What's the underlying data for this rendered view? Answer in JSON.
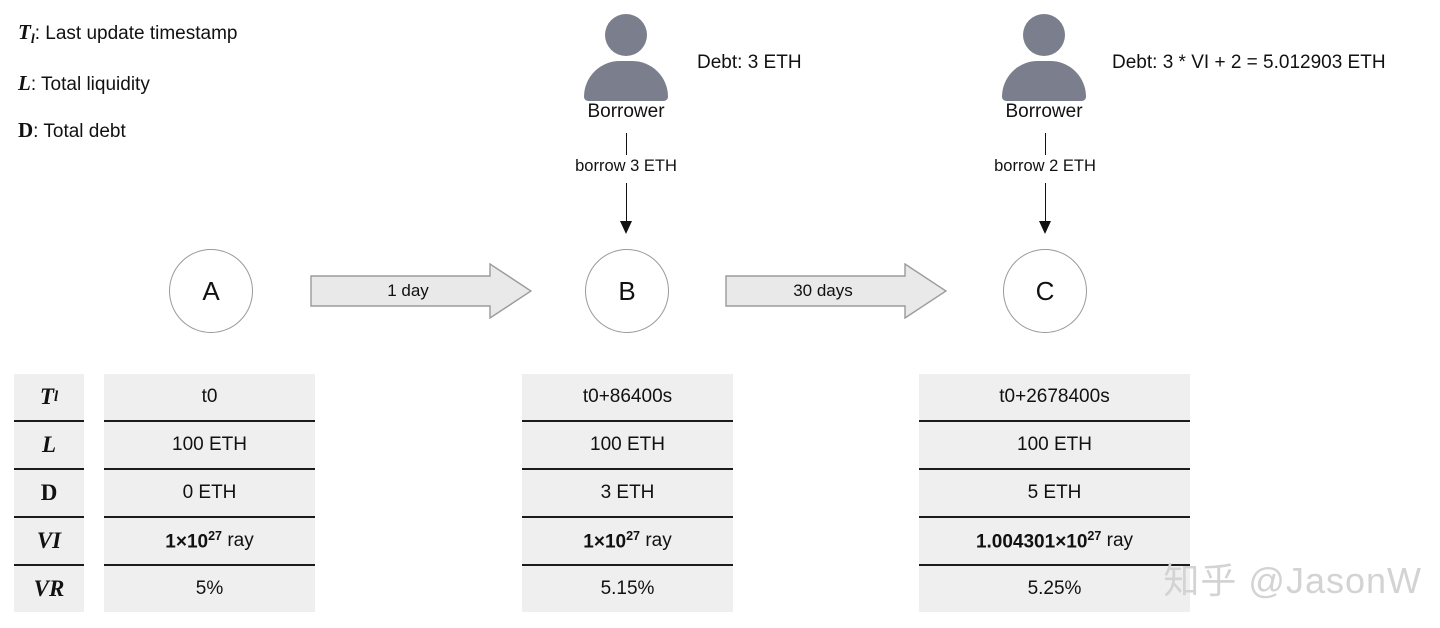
{
  "legend": {
    "items": [
      {
        "symbol": "T",
        "subscript": "l",
        "description": ": Last update timestamp"
      },
      {
        "symbol": "L",
        "subscript": "",
        "description": ": Total liquidity"
      },
      {
        "symbol": "D",
        "subscript": "",
        "description": ": Total debt"
      }
    ]
  },
  "actors": [
    {
      "name": "Borrower",
      "debt_note": "Debt: 3 ETH",
      "borrow_label": "borrow 3 ETH"
    },
    {
      "name": "Borrower",
      "debt_note": "Debt: 3 * VI + 2 = 5.012903 ETH",
      "borrow_label": "borrow 2 ETH"
    }
  ],
  "states": [
    {
      "id": "A"
    },
    {
      "id": "B"
    },
    {
      "id": "C"
    }
  ],
  "transitions": [
    {
      "label": "1 day"
    },
    {
      "label": "30 days"
    }
  ],
  "table": {
    "row_labels": [
      {
        "main": "T",
        "sub": "l",
        "style": "italic"
      },
      {
        "main": "L",
        "sub": "",
        "style": "italic"
      },
      {
        "main": "D",
        "sub": "",
        "style": "upright"
      },
      {
        "main": "VI",
        "sub": "",
        "style": "mixed"
      },
      {
        "main": "VR",
        "sub": "",
        "style": "mixed"
      }
    ],
    "columns": [
      {
        "state": "A",
        "cells": [
          {
            "text": "t0"
          },
          {
            "text": "100 ETH"
          },
          {
            "text": "0 ETH"
          },
          {
            "mantissa": "1",
            "exponent": "27",
            "unit": "ray"
          },
          {
            "text": "5%"
          }
        ]
      },
      {
        "state": "B",
        "cells": [
          {
            "text": "t0+86400s"
          },
          {
            "text": "100 ETH"
          },
          {
            "text": "3 ETH"
          },
          {
            "mantissa": "1",
            "exponent": "27",
            "unit": "ray"
          },
          {
            "text": "5.15%"
          }
        ]
      },
      {
        "state": "C",
        "cells": [
          {
            "text": "t0+2678400s"
          },
          {
            "text": "100 ETH"
          },
          {
            "text": "5 ETH"
          },
          {
            "mantissa": "1.004301",
            "exponent": "27",
            "unit": "ray"
          },
          {
            "text": "5.25%"
          }
        ]
      }
    ]
  },
  "watermark": {
    "text": "知乎 @JasonW"
  },
  "colors": {
    "person": "#7b7e8c",
    "cell_bg": "#efefef",
    "arrow_fill": "#e9e9e9",
    "arrow_stroke": "#9b9b9b",
    "circle_stroke": "#9a9a9a",
    "separator": "#1b1b1b",
    "watermark": "#d3d3d3"
  }
}
